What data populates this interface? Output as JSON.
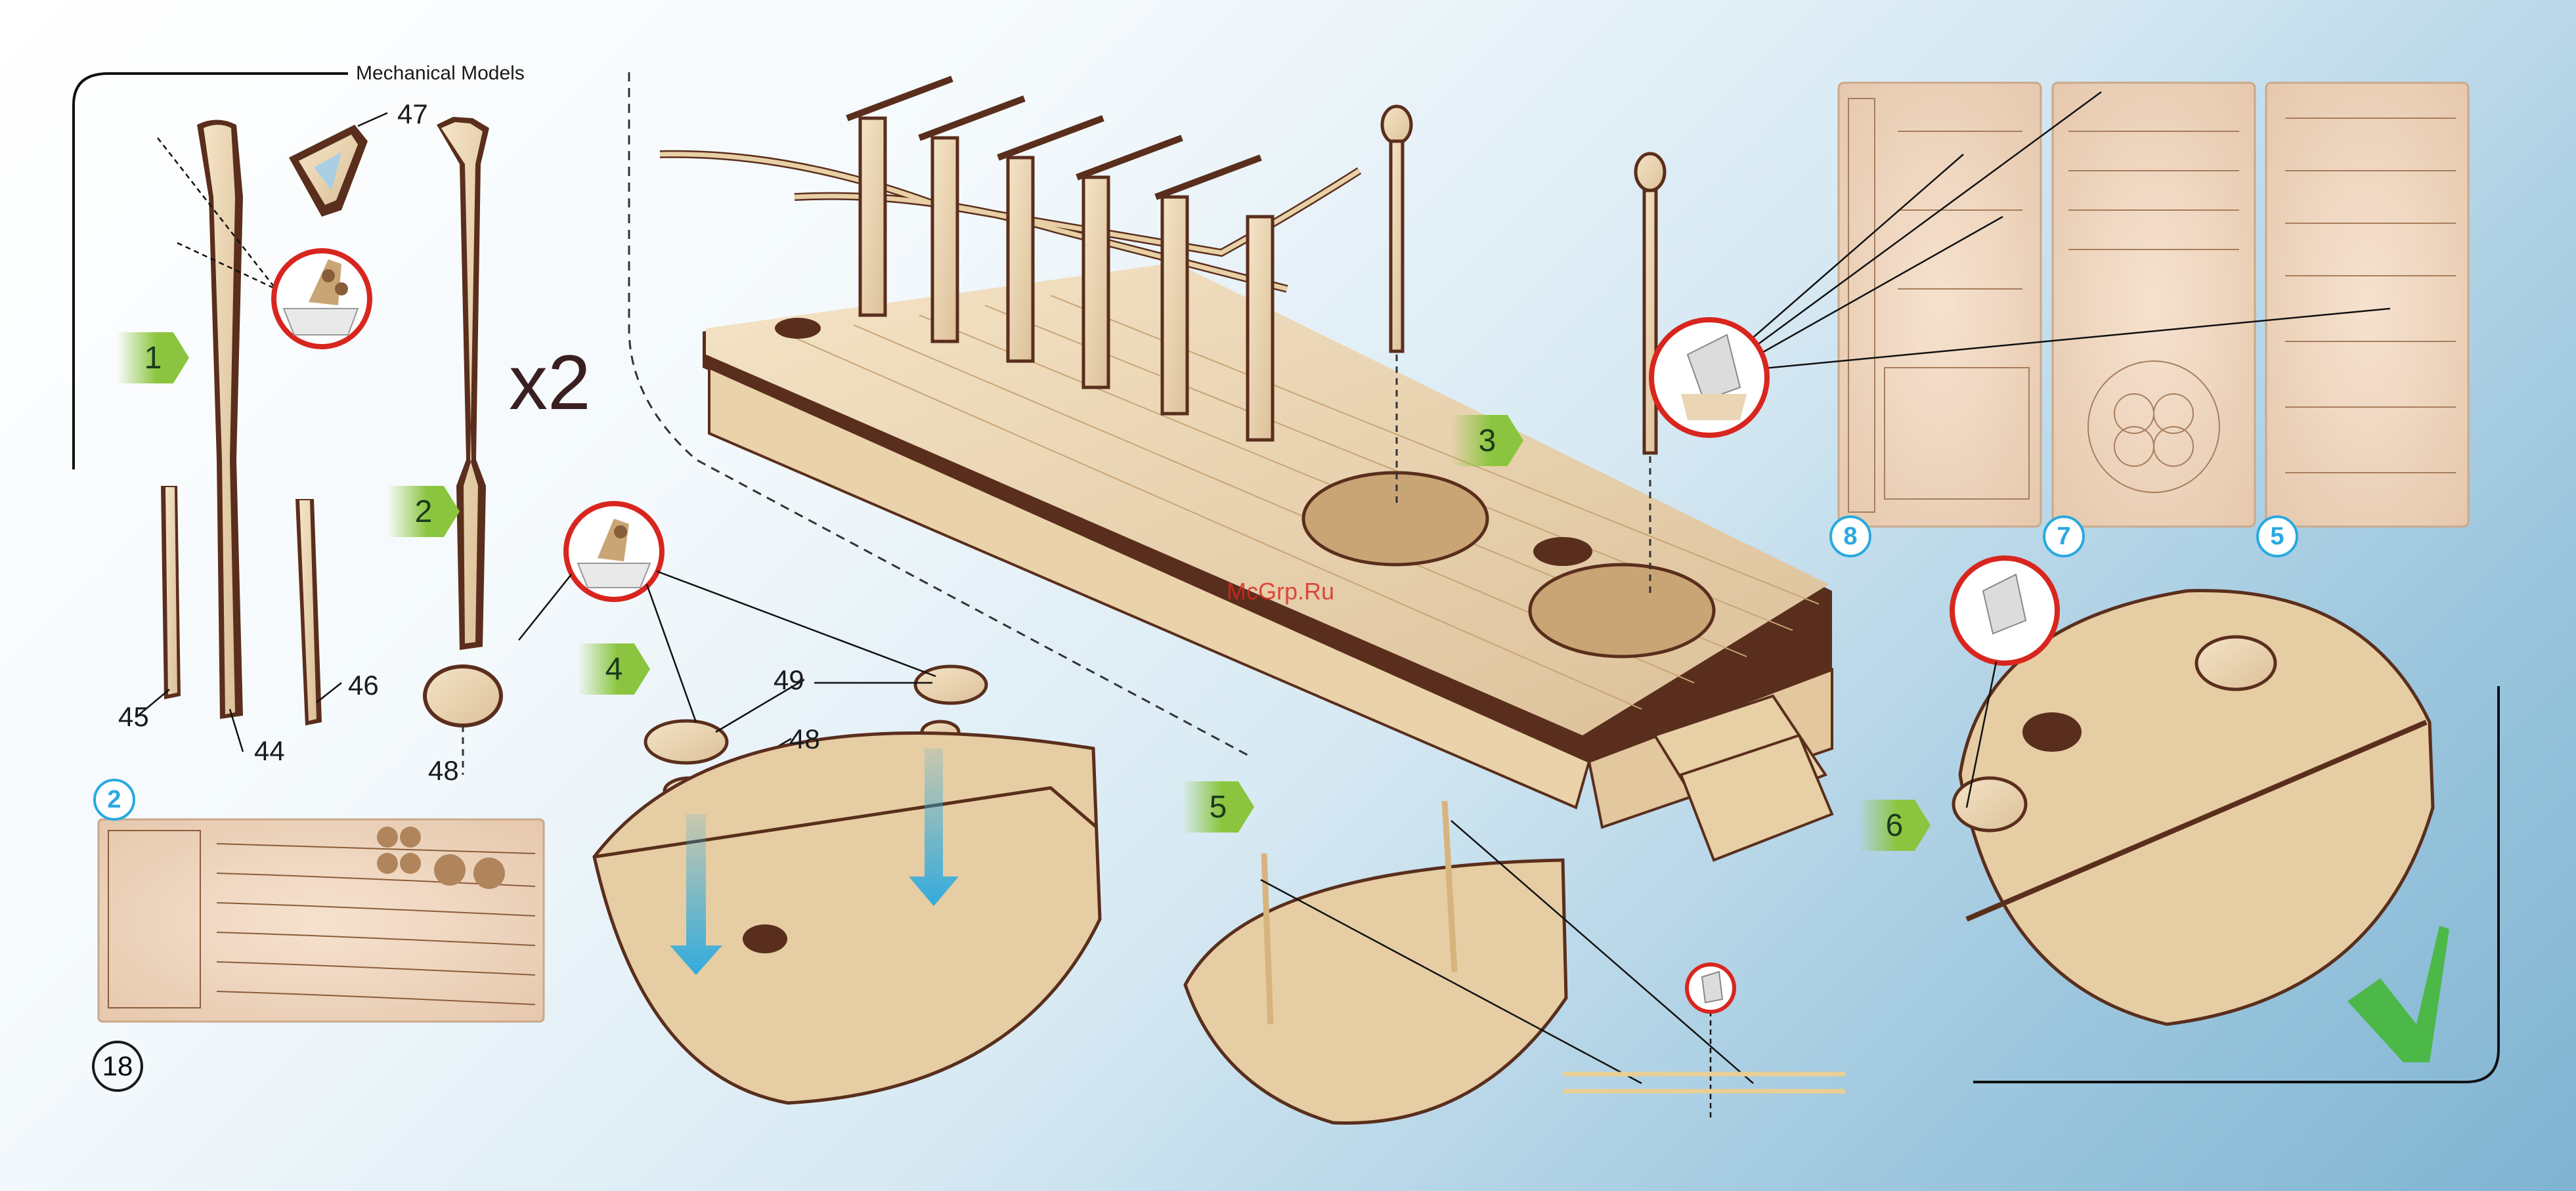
{
  "brand": "Mechanical Models",
  "page_number": "18",
  "multiplier": "x2",
  "watermark": "McGrp.Ru",
  "steps": [
    "1",
    "2",
    "3",
    "4",
    "5",
    "6"
  ],
  "sheet_badges": [
    "2",
    "8",
    "7",
    "5"
  ],
  "part_numbers": {
    "p47": "47",
    "p45": "45",
    "p44": "44",
    "p46": "46",
    "p48a": "48",
    "p49": "49",
    "p48b": "48"
  },
  "icons": [
    "glue-icon",
    "knife-icon",
    "checkmark-icon"
  ],
  "colors": {
    "step_green": "#8bc53f",
    "sheet_blue": "#29a9e0",
    "callout_red": "#d8261f",
    "wood": "#ecd6b1",
    "wood_edge": "#5a2e1c",
    "check_green": "#4cb848"
  }
}
